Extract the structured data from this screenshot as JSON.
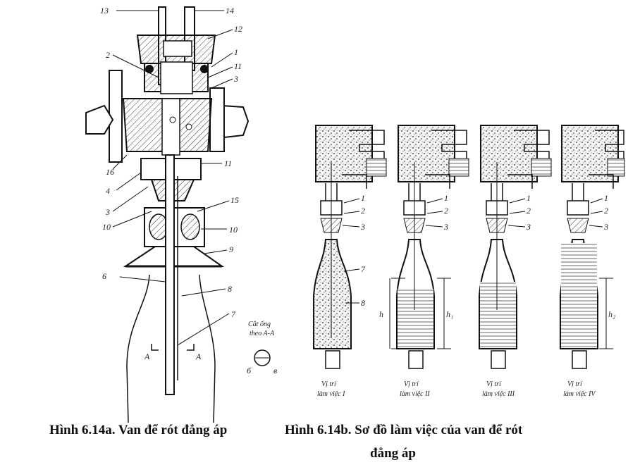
{
  "captions": {
    "fig_a": "Hình 6.14a. Van để rót đẳng áp",
    "fig_b_line1": "Hình 6.14b. Sơ đồ làm việc của van để rót",
    "fig_b_line2": "đẳng áp"
  },
  "fig_a_labels": [
    "13",
    "14",
    "12",
    "2",
    "1",
    "11",
    "3",
    "16",
    "4",
    "11",
    "3",
    "15",
    "10",
    "10",
    "9",
    "6",
    "8",
    "7",
    "A",
    "A",
    "б",
    "в"
  ],
  "section_note": "Cắt ống theo A-A",
  "fig_b_part_labels": [
    "1",
    "2",
    "3",
    "7",
    "8"
  ],
  "fig_b_heights": [
    "h",
    "h₁",
    "h₂"
  ],
  "fig_b_positions": [
    "Vị trí làm việc I",
    "Vị trí làm việc II",
    "Vị trí làm việc III",
    "Vị trí làm việc IV"
  ]
}
